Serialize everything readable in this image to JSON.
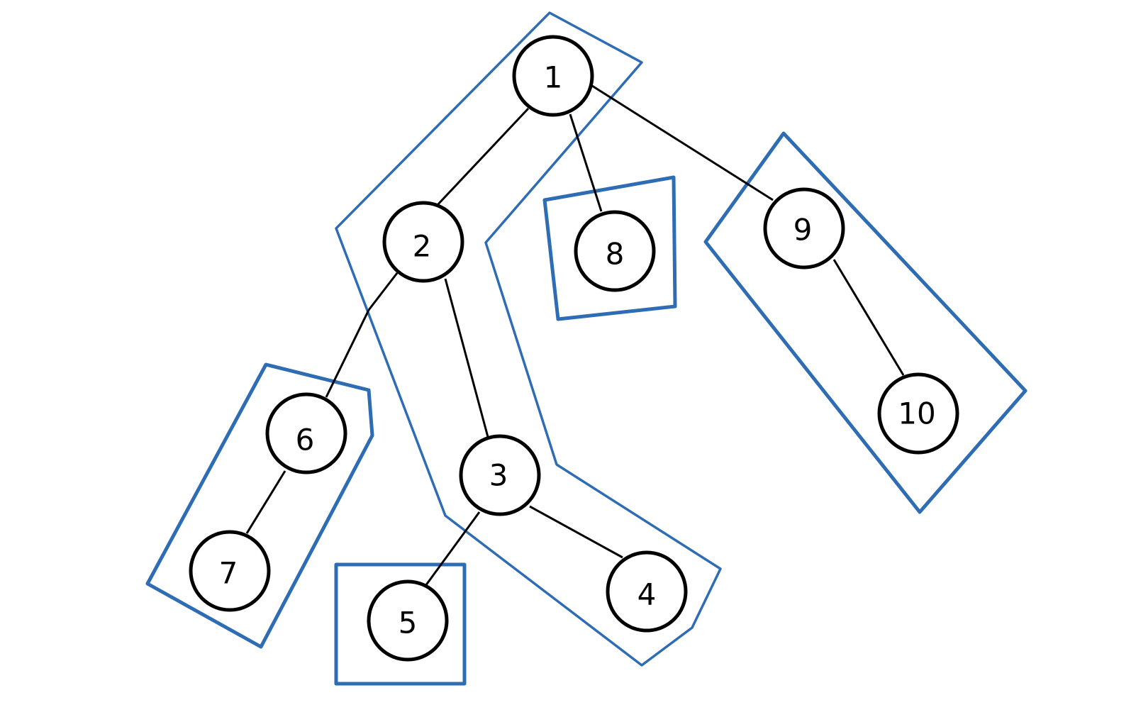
{
  "colors": {
    "outline": "#2e6db4",
    "node_stroke": "#000000",
    "edge": "#000000"
  },
  "nodes": [
    {
      "id": "1",
      "label": "1"
    },
    {
      "id": "2",
      "label": "2"
    },
    {
      "id": "3",
      "label": "3"
    },
    {
      "id": "4",
      "label": "4"
    },
    {
      "id": "5",
      "label": "5"
    },
    {
      "id": "6",
      "label": "6"
    },
    {
      "id": "7",
      "label": "7"
    },
    {
      "id": "8",
      "label": "8"
    },
    {
      "id": "9",
      "label": "9"
    },
    {
      "id": "10",
      "label": "10"
    }
  ],
  "edges": [
    {
      "from": "1",
      "to": "2"
    },
    {
      "from": "1",
      "to": "8"
    },
    {
      "from": "1",
      "to": "9"
    },
    {
      "from": "2",
      "to": "6"
    },
    {
      "from": "2",
      "to": "3"
    },
    {
      "from": "6",
      "to": "7"
    },
    {
      "from": "3",
      "to": "5"
    },
    {
      "from": "3",
      "to": "4"
    },
    {
      "from": "9",
      "to": "10"
    }
  ],
  "groups": [
    {
      "id": "chain-1-2-3-4",
      "members": [
        "1",
        "2",
        "3",
        "4"
      ]
    },
    {
      "id": "chain-6-7",
      "members": [
        "6",
        "7"
      ]
    },
    {
      "id": "single-5",
      "members": [
        "5"
      ]
    },
    {
      "id": "single-8",
      "members": [
        "8"
      ]
    },
    {
      "id": "chain-9-10",
      "members": [
        "9",
        "10"
      ]
    }
  ]
}
